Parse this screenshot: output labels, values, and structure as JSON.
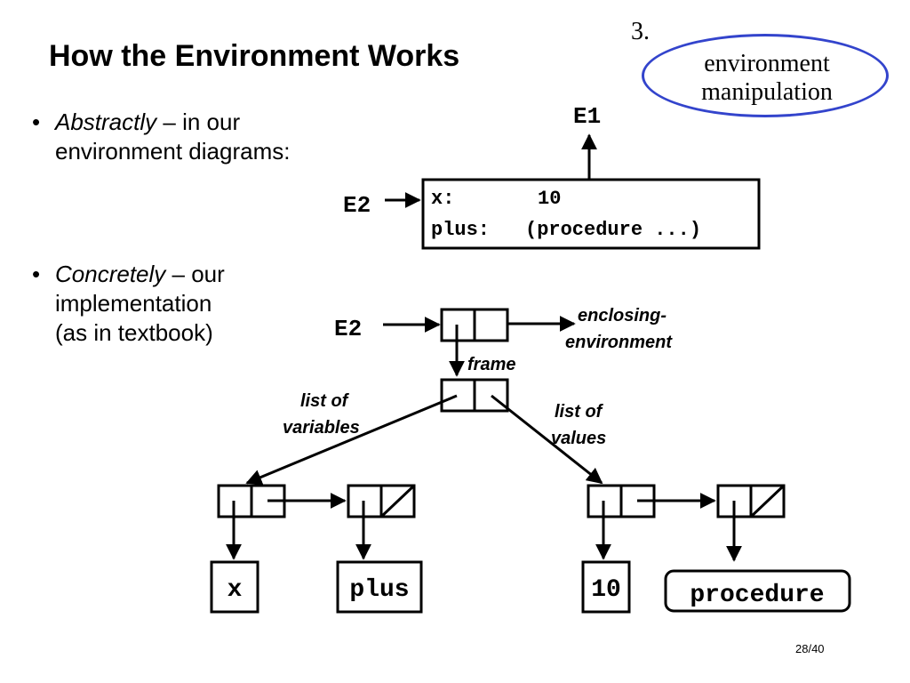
{
  "slide": {
    "title": "How the Environment Works",
    "number": "3.",
    "topic_line1": "environment",
    "topic_line2": "manipulation",
    "page": "28/40"
  },
  "bullets": [
    {
      "lead": "Abstractly",
      "rest": " – in our",
      "line2": "environment diagrams:",
      "line3": ""
    },
    {
      "lead": "Concretely",
      "rest": " – our",
      "line2": "implementation",
      "line3": "(as in textbook)"
    }
  ],
  "abstract_diagram": {
    "env_label": "E2",
    "parent_label": "E1",
    "bindings": [
      {
        "name": "x:",
        "value": "10"
      },
      {
        "name": "plus:",
        "value": "(procedure ...)"
      }
    ]
  },
  "concrete_diagram": {
    "env_label": "E2",
    "enclosing_line1": "enclosing-",
    "enclosing_line2": "environment",
    "frame_label": "frame",
    "vars_line1": "list of",
    "vars_line2": "variables",
    "vals_line1": "list of",
    "vals_line2": "values",
    "variables": [
      "x",
      "plus"
    ],
    "values": [
      "10",
      "procedure"
    ]
  },
  "colors": {
    "oval_border": "#3344cc",
    "ink": "#000000"
  }
}
